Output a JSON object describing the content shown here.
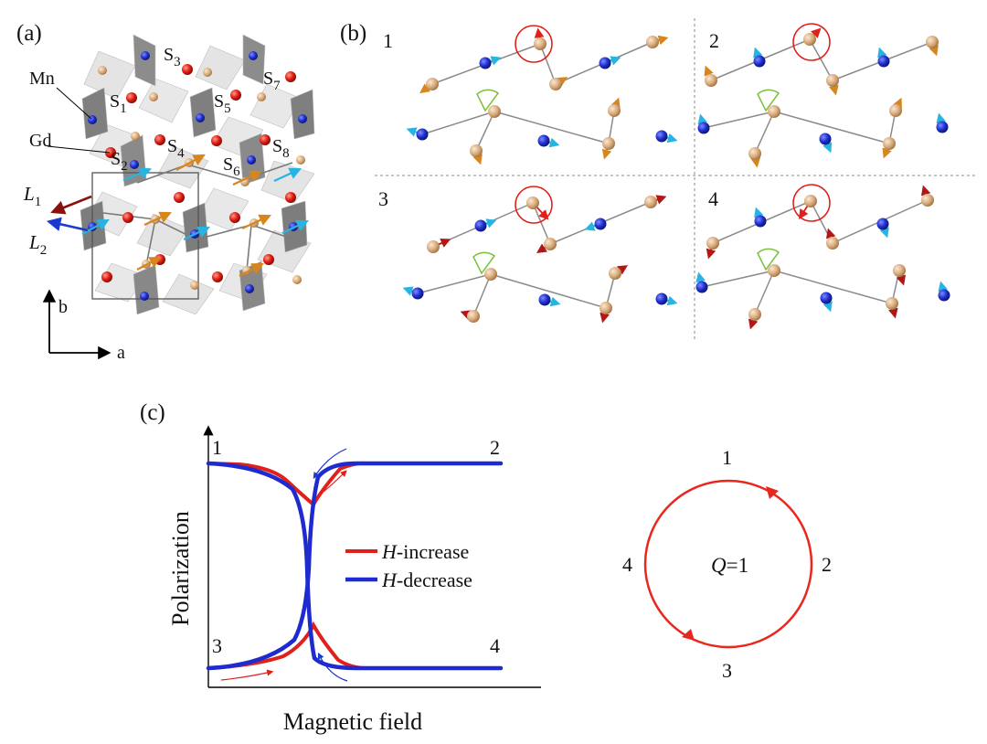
{
  "panels": {
    "a": {
      "tag": "(a)",
      "labels": {
        "mn": "Mn",
        "gd": "Gd",
        "s1": "S",
        "s1_sub": "1",
        "s2": "S",
        "s2_sub": "2",
        "s3": "S",
        "s3_sub": "3",
        "s4": "S",
        "s4_sub": "4",
        "s5": "S",
        "s5_sub": "5",
        "s6": "S",
        "s6_sub": "6",
        "s7": "S",
        "s7_sub": "7",
        "s8": "S",
        "s8_sub": "8",
        "l1": "L",
        "l1_sub": "1",
        "l2": "L",
        "l2_sub": "2",
        "axis_b": "b",
        "axis_a": "a"
      }
    },
    "b": {
      "tag": "(b)",
      "quadrants": [
        "1",
        "2",
        "3",
        "4"
      ]
    },
    "c": {
      "tag": "(c)",
      "ylabel": "Polarization",
      "xlabel": "Magnetic field",
      "states": {
        "s1": "1",
        "s2": "2",
        "s3": "3",
        "s4": "4"
      },
      "legend": {
        "inc_italic": "H",
        "inc_rest": "-increase",
        "dec_italic": "H",
        "dec_rest": "-decrease"
      },
      "colors": {
        "increase": "#e0201b",
        "decrease": "#1e2ccf"
      },
      "cycle": {
        "label_italic": "Q",
        "label_rest": "=1",
        "n1": "1",
        "n2": "2",
        "n3": "3",
        "n4": "4"
      }
    }
  }
}
